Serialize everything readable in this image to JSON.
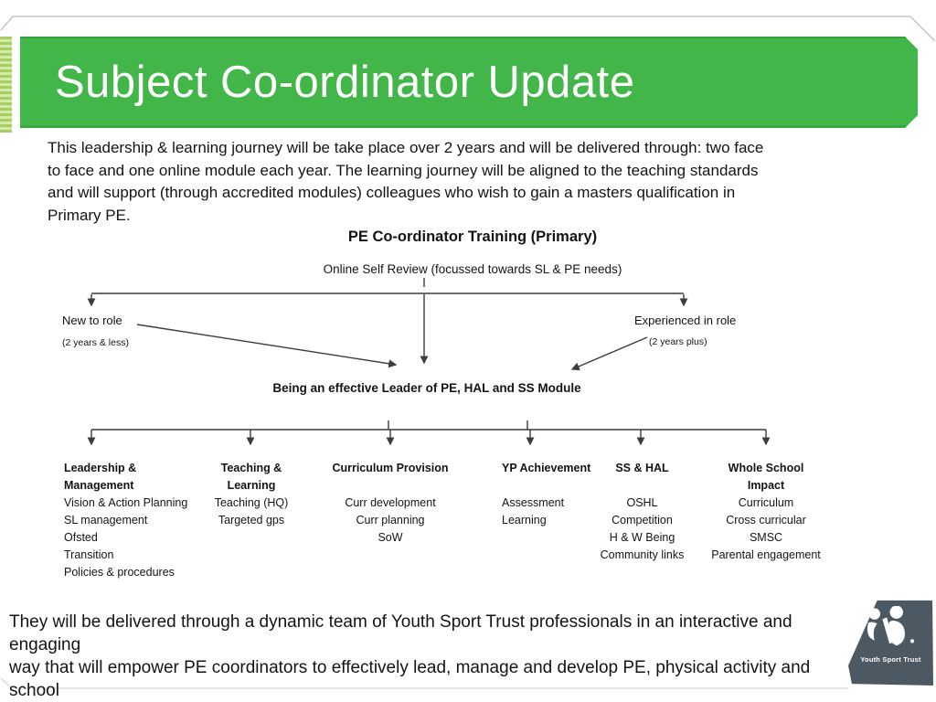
{
  "slide": {
    "title": "Subject Co-ordinator Update",
    "intro_lines": [
      "This leadership & learning journey will be take place over 2 years and will be delivered through:  two face",
      "to face and one online module each year.  The learning journey will be aligned to the teaching standards",
      "and will support (through accredited modules) colleagues who wish to gain a masters qualification in",
      "Primary PE."
    ],
    "outro_lines": [
      "They will be delivered through a dynamic team of Youth Sport Trust professionals in an interactive and",
      "engaging",
      "way that will empower PE coordinators to effectively lead, manage and develop PE, physical activity and",
      "school"
    ]
  },
  "diagram": {
    "title": "PE Co-ordinator Training (Primary)",
    "subtitle": "Online Self Review (focussed towards SL & PE needs)",
    "left_branch": {
      "label": "New to role",
      "sublabel": "(2 years & less)"
    },
    "right_branch": {
      "label": "Experienced in role",
      "sublabel": "(2 years plus)"
    },
    "module": "Being an effective Leader of PE, HAL and SS Module",
    "columns": [
      {
        "title": [
          "Leadership &",
          "Management"
        ],
        "items": [
          "Vision & Action Planning",
          "SL management",
          "Ofsted",
          "Transition",
          "Policies & procedures"
        ]
      },
      {
        "title": [
          "Teaching &",
          "Learning"
        ],
        "items": [
          "Teaching (HQ)",
          "Targeted gps"
        ]
      },
      {
        "title": [
          "Curriculum Provision"
        ],
        "items": [
          "Curr development",
          "Curr planning",
          "SoW"
        ]
      },
      {
        "title": [
          "YP Achievement"
        ],
        "items": [
          "Assessment",
          "Learning"
        ]
      },
      {
        "title": [
          "SS & HAL"
        ],
        "items": [
          "OSHL",
          "Competition",
          "H & W Being",
          "Community links"
        ]
      },
      {
        "title": [
          "Whole School",
          "Impact"
        ],
        "items": [
          "Curriculum",
          "Cross curricular",
          "SMSC",
          "Parental engagement"
        ]
      }
    ]
  },
  "logo": {
    "text": "Youth Sport Trust"
  },
  "colors": {
    "banner_green": "#43b649",
    "stripe_dark": "#a3d060",
    "stripe_light": "#d6eaa8",
    "logo_slate": "#4c5963",
    "connector_grey": "#3c3c3c",
    "title_text": "#ffffff"
  }
}
